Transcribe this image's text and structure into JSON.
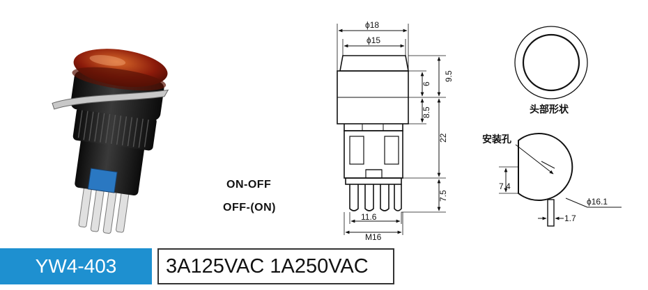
{
  "colors": {
    "accent": "#1e90d0",
    "lens": "#8b1a0a",
    "body": "#1a1a1a",
    "blue_part": "#2a78c2"
  },
  "icons": [
    "push-button-switch-photo",
    "round-head-outline",
    "mounting-hole-outline"
  ],
  "product": {
    "model": "YW4-403",
    "rating": "3A125VAC 1A250VAC",
    "modes": [
      "ON-OFF",
      "OFF-(ON)"
    ]
  },
  "side_view": {
    "dims": {
      "d_outer": "ϕ18",
      "d_inner": "ϕ15",
      "head_total": "9.5",
      "lens": "6",
      "collar": "8.5",
      "body": "22",
      "terminal": "7.5",
      "pin_span": "11.6",
      "thread": "M16"
    }
  },
  "head_view": {
    "caption": "头部形状"
  },
  "hole_view": {
    "caption": "安装孔",
    "dims": {
      "flat": "7.4",
      "diameter": "ϕ16.1",
      "key": "1.7"
    }
  }
}
